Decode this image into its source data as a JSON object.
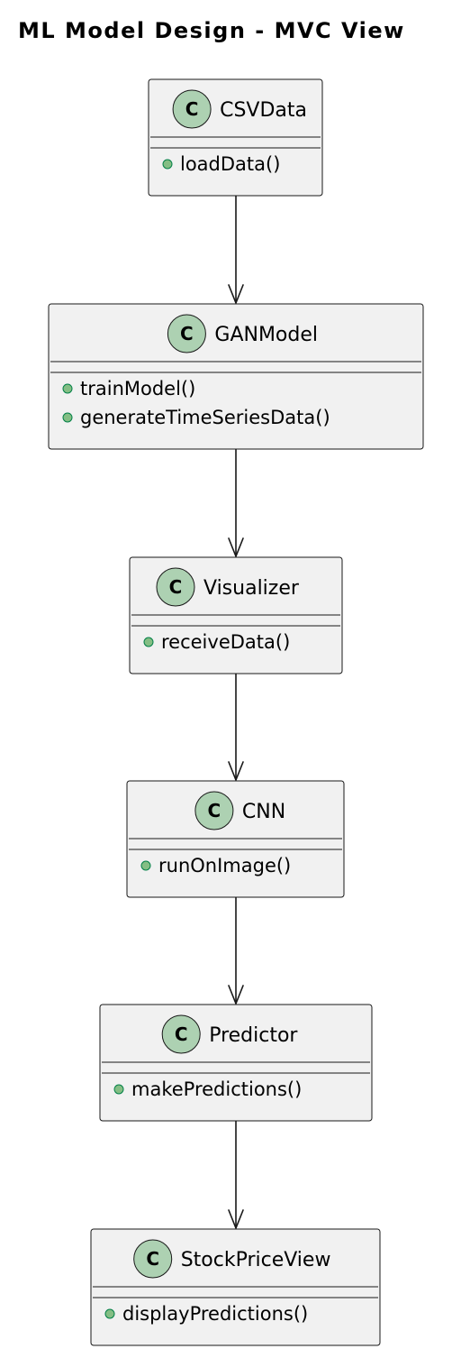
{
  "diagram": {
    "title": "ML Model Design - MVC View",
    "spot_letter": "C",
    "classes": [
      {
        "id": "csvdata",
        "name": "CSVData",
        "methods": [
          "loadData()"
        ]
      },
      {
        "id": "ganmodel",
        "name": "GANModel",
        "methods": [
          "trainModel()",
          "generateTimeSeriesData()"
        ]
      },
      {
        "id": "visualizer",
        "name": "Visualizer",
        "methods": [
          "receiveData()"
        ]
      },
      {
        "id": "cnn",
        "name": "CNN",
        "methods": [
          "runOnImage()"
        ]
      },
      {
        "id": "predictor",
        "name": "Predictor",
        "methods": [
          "makePredictions()"
        ]
      },
      {
        "id": "stockpriceview",
        "name": "StockPriceView",
        "methods": [
          "displayPredictions()"
        ]
      }
    ],
    "relations": [
      {
        "from": "csvdata",
        "to": "ganmodel"
      },
      {
        "from": "ganmodel",
        "to": "visualizer"
      },
      {
        "from": "visualizer",
        "to": "cnn"
      },
      {
        "from": "cnn",
        "to": "predictor"
      },
      {
        "from": "predictor",
        "to": "stockpriceview"
      }
    ],
    "colors": {
      "box_fill": "#f1f1f1",
      "border": "#181818",
      "spot_fill": "#add1b2",
      "public_dot_fill": "#84be84",
      "public_dot_stroke": "#038048"
    }
  }
}
